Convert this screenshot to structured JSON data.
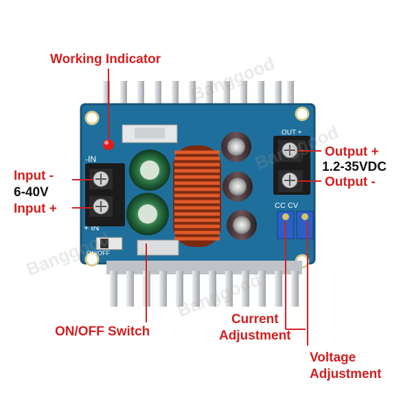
{
  "labels": {
    "working_indicator": "Working Indicator",
    "input_minus": "Input -",
    "input_range": "6-40V",
    "input_plus": "Input +",
    "output_plus": "Output +",
    "output_range": "1.2-35VDC",
    "output_minus": "Output -",
    "on_off_switch": "ON/OFF Switch",
    "current_adjustment": "Current\nAdjustment",
    "voltage_adjustment": "Voltage\nAdjustment"
  },
  "board_marks": {
    "minus_in": "-IN",
    "plus_in": "+ IN",
    "on_off": "ON/OFF",
    "out": "OUT +",
    "cc_cv": "CC CV"
  },
  "watermark": "Banggood",
  "colors": {
    "label_red": "#d41e1e",
    "pcb_blue": "#1f6f9c",
    "heatsink": "#c9ccd0",
    "coil_copper": "#c23d12"
  }
}
